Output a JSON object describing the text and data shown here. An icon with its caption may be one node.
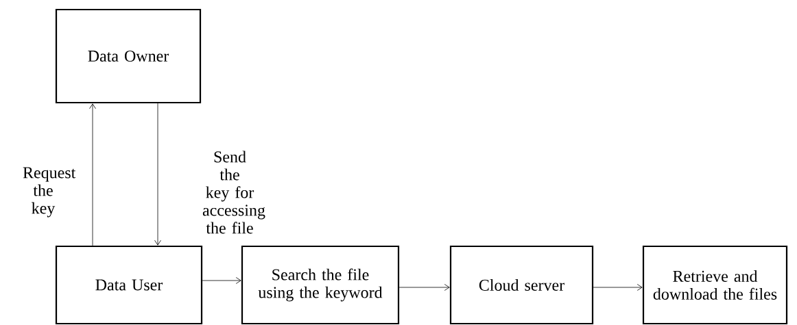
{
  "diagram": {
    "nodes": [
      {
        "text": [
          "Data Owner"
        ]
      },
      {
        "text": [
          "Data User"
        ]
      },
      {
        "text": [
          "Search the file using the keyword"
        ]
      },
      {
        "text": [
          "Cloud server"
        ]
      },
      {
        "text": [
          "Retrieve and download the files"
        ]
      }
    ],
    "edges": [
      {
        "from": 1,
        "to": 0,
        "arrow": "to",
        "label": "Request the key"
      },
      {
        "from": 0,
        "to": 1,
        "arrow": "to",
        "label": "Send the key for accessing the file"
      },
      {
        "from": 1,
        "to": 2,
        "arrow": "to"
      },
      {
        "from": 2,
        "to": 3,
        "arrow": "to"
      },
      {
        "from": 3,
        "to": 4,
        "arrow": "to"
      }
    ]
  }
}
